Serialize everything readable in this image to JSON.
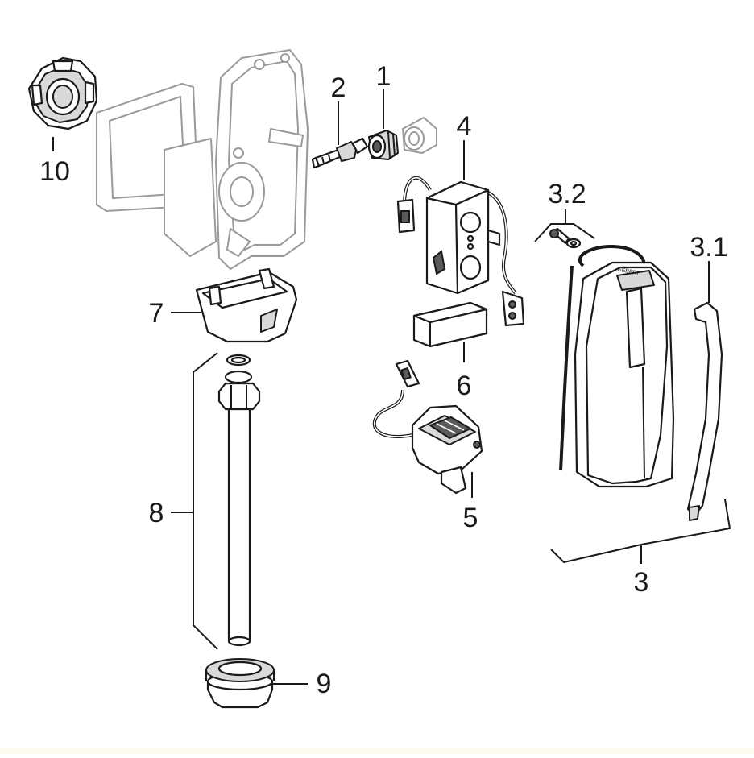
{
  "labels": {
    "l1": "1",
    "l2": "2",
    "l3": "3",
    "l3_1": "3.1",
    "l3_2": "3.2",
    "l4": "4",
    "l5": "5",
    "l6": "6",
    "l7": "7",
    "l8": "8",
    "l9": "9",
    "l10": "10"
  },
  "cover_brand": "GEBERIT"
}
